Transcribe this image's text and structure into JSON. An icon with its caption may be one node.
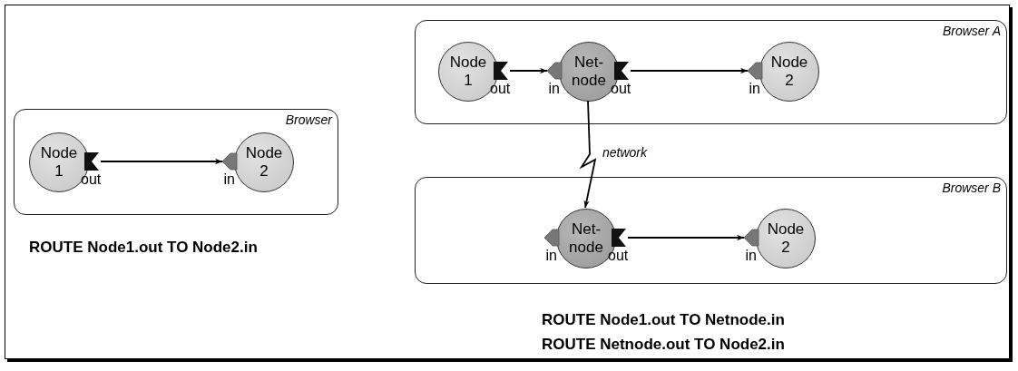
{
  "diagram": {
    "nodes": [
      {
        "text": [
          "Browser"
        ]
      },
      {
        "text": [
          "Node 1"
        ],
        "in": 0,
        "beside": [
          "out"
        ]
      },
      {
        "text": [
          "Node 2"
        ],
        "in": 0,
        "beside": [
          "in"
        ]
      },
      {
        "text": [
          "Browser A"
        ]
      },
      {
        "text": [
          "Node 1"
        ],
        "in": 3,
        "beside": [
          "out"
        ]
      },
      {
        "text": [
          "Net- node"
        ],
        "in": 3,
        "beside": [
          "in",
          "out"
        ]
      },
      {
        "text": [
          "Node 2"
        ],
        "in": 3,
        "beside": [
          "in"
        ]
      },
      {
        "text": [
          "Browser B"
        ]
      },
      {
        "text": [
          "Net- node"
        ],
        "in": 7,
        "beside": [
          "in",
          "out"
        ]
      },
      {
        "text": [
          "Node 2"
        ],
        "in": 7,
        "beside": [
          "in"
        ]
      }
    ],
    "edges": [
      {
        "from": 1,
        "to": 2,
        "arrow": "to"
      },
      {
        "from": 4,
        "to": 5,
        "arrow": "to"
      },
      {
        "from": 5,
        "to": 6,
        "arrow": "to"
      },
      {
        "from": 5,
        "to": 8,
        "arrow": "to",
        "label": "network"
      },
      {
        "from": 8,
        "to": 9,
        "arrow": "to"
      }
    ],
    "labels": [
      "ROUTE Node1.out TO Node2.in",
      "ROUTE Node1.out TO Netnode.in",
      "ROUTE Netnode.out TO Node2.in"
    ]
  }
}
